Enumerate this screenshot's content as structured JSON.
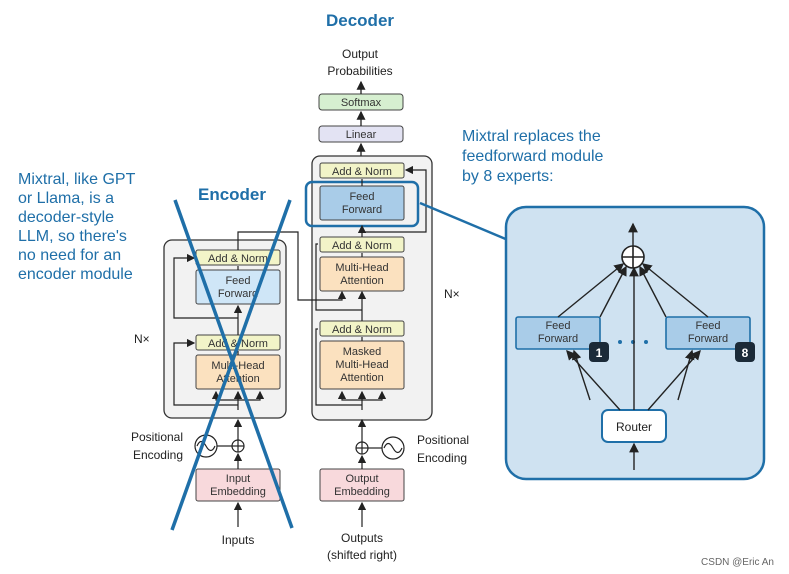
{
  "decoder": {
    "title": "Decoder",
    "output_label": [
      "Output",
      "Probabilities"
    ],
    "softmax": "Softmax",
    "linear": "Linear",
    "add_norm": "Add & Norm",
    "feed_forward": [
      "Feed",
      "Forward"
    ],
    "multi_head": [
      "Multi-Head",
      "Attention"
    ],
    "masked_multi_head": [
      "Masked",
      "Multi-Head",
      "Attention"
    ],
    "nx": "N×",
    "output_embedding": [
      "Output",
      "Embedding"
    ],
    "positional_encoding": [
      "Positional",
      "Encoding"
    ],
    "outputs": [
      "Outputs",
      "(shifted right)"
    ]
  },
  "encoder": {
    "title": "Encoder",
    "add_norm": "Add & Norm",
    "feed_forward": [
      "Feed",
      "Forward"
    ],
    "multi_head": [
      "Multi-Head",
      "Attention"
    ],
    "nx": "N×",
    "positional_encoding": [
      "Positional",
      "Encoding"
    ],
    "input_embedding": [
      "Input",
      "Embedding"
    ],
    "inputs": "Inputs"
  },
  "annotation_left": [
    "Mixtral, like GPT",
    "or Llama, is a",
    "decoder-style",
    "LLM, so there's",
    "no need for an",
    "encoder module"
  ],
  "annotation_right": [
    "Mixtral replaces the",
    "feedforward module",
    "by 8 experts:"
  ],
  "moe": {
    "expert_label": [
      "Feed",
      "Forward"
    ],
    "expert_first_badge": "1",
    "expert_last_badge": "8",
    "router": "Router",
    "sum_symbol": "⊕"
  },
  "watermark": "CSDN @Eric An",
  "colors": {
    "accent_blue": "#1f6fa8",
    "ff_fill": "#cfe6f7",
    "addnorm_fill": "#f2f4c8",
    "attention_fill": "#fbe1bf",
    "embedding_fill": "#f8d9dc",
    "softmax_fill": "#d6efd0",
    "linear_fill": "#e3e3f3",
    "moe_panel": "#cfe2f1"
  }
}
